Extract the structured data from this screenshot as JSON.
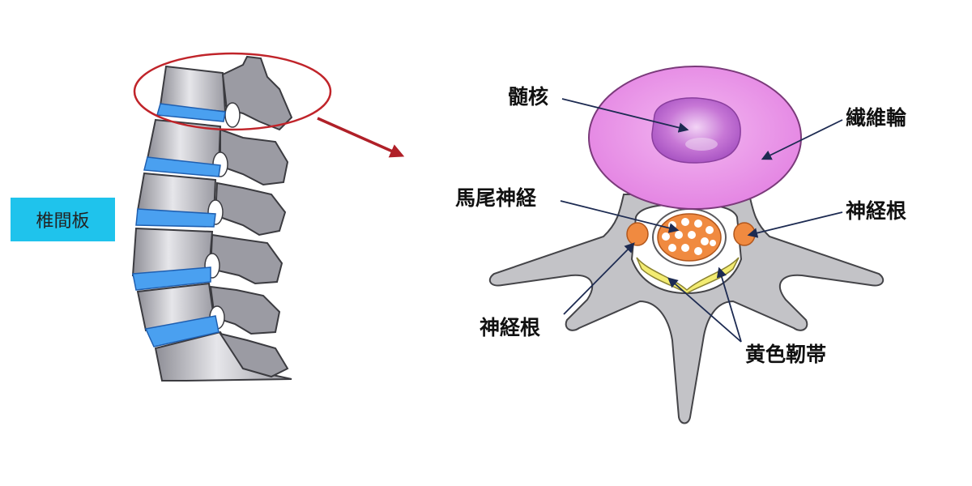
{
  "labels": {
    "intervertebral_disc": "椎間板",
    "nucleus_pulposus": "髄核",
    "annulus_fibrosus": "繊維輪",
    "cauda_equina": "馬尾神経",
    "nerve_root_right": "神経根",
    "nerve_root_left": "神経根",
    "ligamentum_flavum": "黄色靭帯"
  },
  "colors": {
    "label_box": "#1fc3ec",
    "disc_blue": "#4aa0f0",
    "bone_gray": "#b9b9bd",
    "annulus_pink": "#e88be6",
    "nucleus_purple": "#c06ad0",
    "nerve_orange": "#f08a40",
    "ligament_yellow": "#f3ec72",
    "highlight_red": "#c0242a"
  }
}
